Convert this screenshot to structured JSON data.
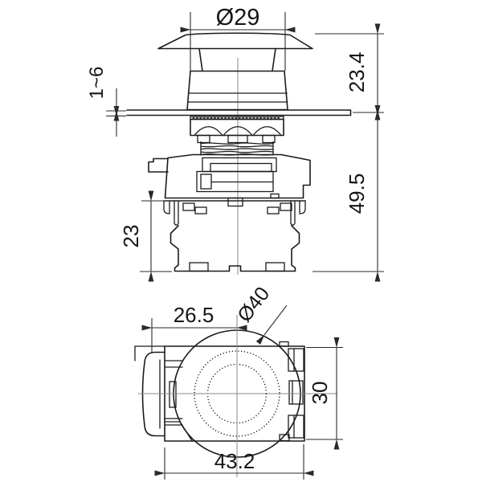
{
  "drawing": {
    "side_view": {
      "dim_head_diameter": "Ø29",
      "dim_panel_thickness": "1~6",
      "dim_height_above_panel": "23.4",
      "dim_height_below_panel": "49.5",
      "dim_contact_block_height": "23"
    },
    "bottom_view": {
      "dim_center_offset": "26.5",
      "dim_mushroom_diameter": "Ø40",
      "dim_body_height": "30",
      "dim_body_width": "43.2"
    },
    "colors": {
      "object_line": "#1b1b1b",
      "dimension_line": "#2a2a2a",
      "center_line": "#8a8a8a",
      "background": "#ffffff"
    }
  }
}
